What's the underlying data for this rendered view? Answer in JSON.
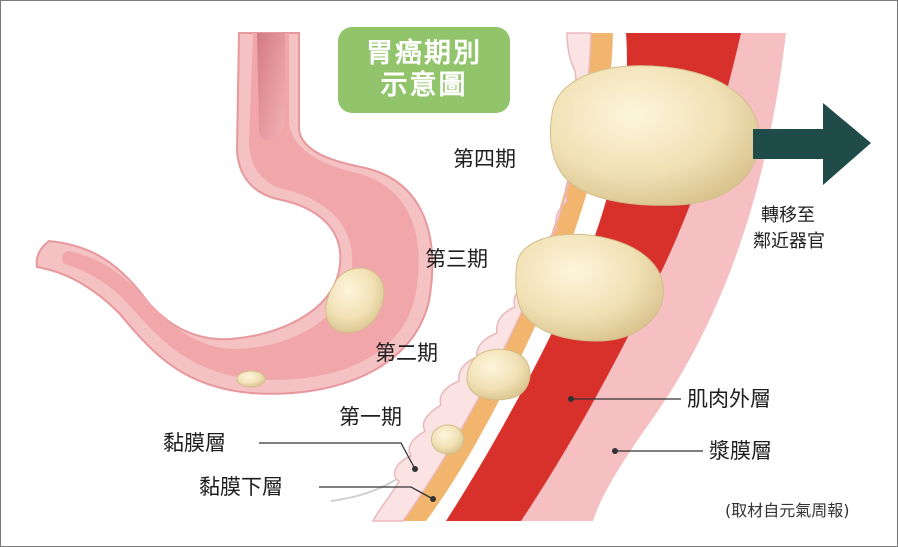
{
  "title": {
    "line1": "胃癌期別",
    "line2": "示意圖"
  },
  "stages": {
    "stage1": "第一期",
    "stage2": "第二期",
    "stage3": "第三期",
    "stage4": "第四期"
  },
  "layers": {
    "mucosa": "黏膜層",
    "submucosa": "黏膜下層",
    "muscularis": "肌肉外層",
    "serosa": "漿膜層"
  },
  "metastasis": {
    "line1": "轉移至",
    "line2": "鄰近器官"
  },
  "source": "(取材自元氣周報)",
  "colors": {
    "title_bg": "#92c46c",
    "stomach": "#f0a5a8",
    "tumor": "#f2e2b8",
    "muscle": "#d8312c",
    "submucosa": "#f2b56d",
    "serosa": "#f4b9bd",
    "arrow": "#1f4b48"
  }
}
